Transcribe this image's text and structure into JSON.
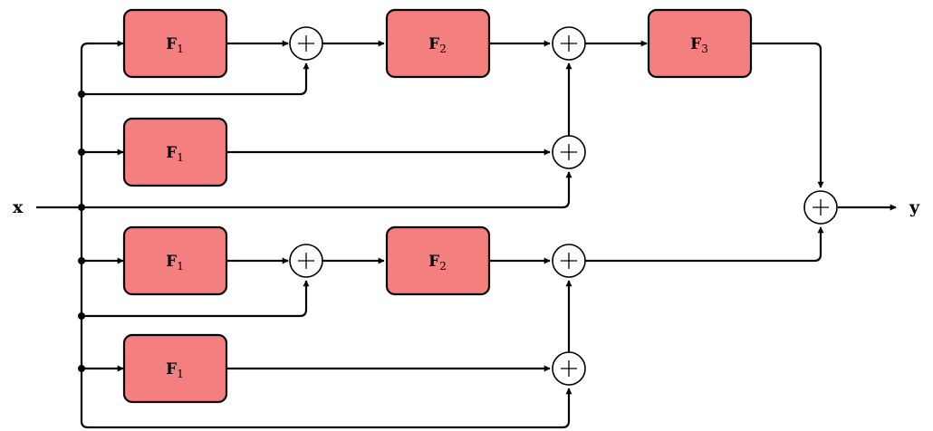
{
  "input_label": "x",
  "output_label": "y",
  "blocks": [
    {
      "id": "b1",
      "name": "F",
      "sub": "1"
    },
    {
      "id": "b2",
      "name": "F",
      "sub": "2"
    },
    {
      "id": "b3",
      "name": "F",
      "sub": "3"
    },
    {
      "id": "b4",
      "name": "F",
      "sub": "1"
    },
    {
      "id": "b5",
      "name": "F",
      "sub": "1"
    },
    {
      "id": "b6",
      "name": "F",
      "sub": "2"
    },
    {
      "id": "b7",
      "name": "F",
      "sub": "1"
    }
  ],
  "adder_symbol": "+",
  "colors": {
    "block_fill": "#f47f7f",
    "stroke": "#000000",
    "background": "#ffffff"
  }
}
